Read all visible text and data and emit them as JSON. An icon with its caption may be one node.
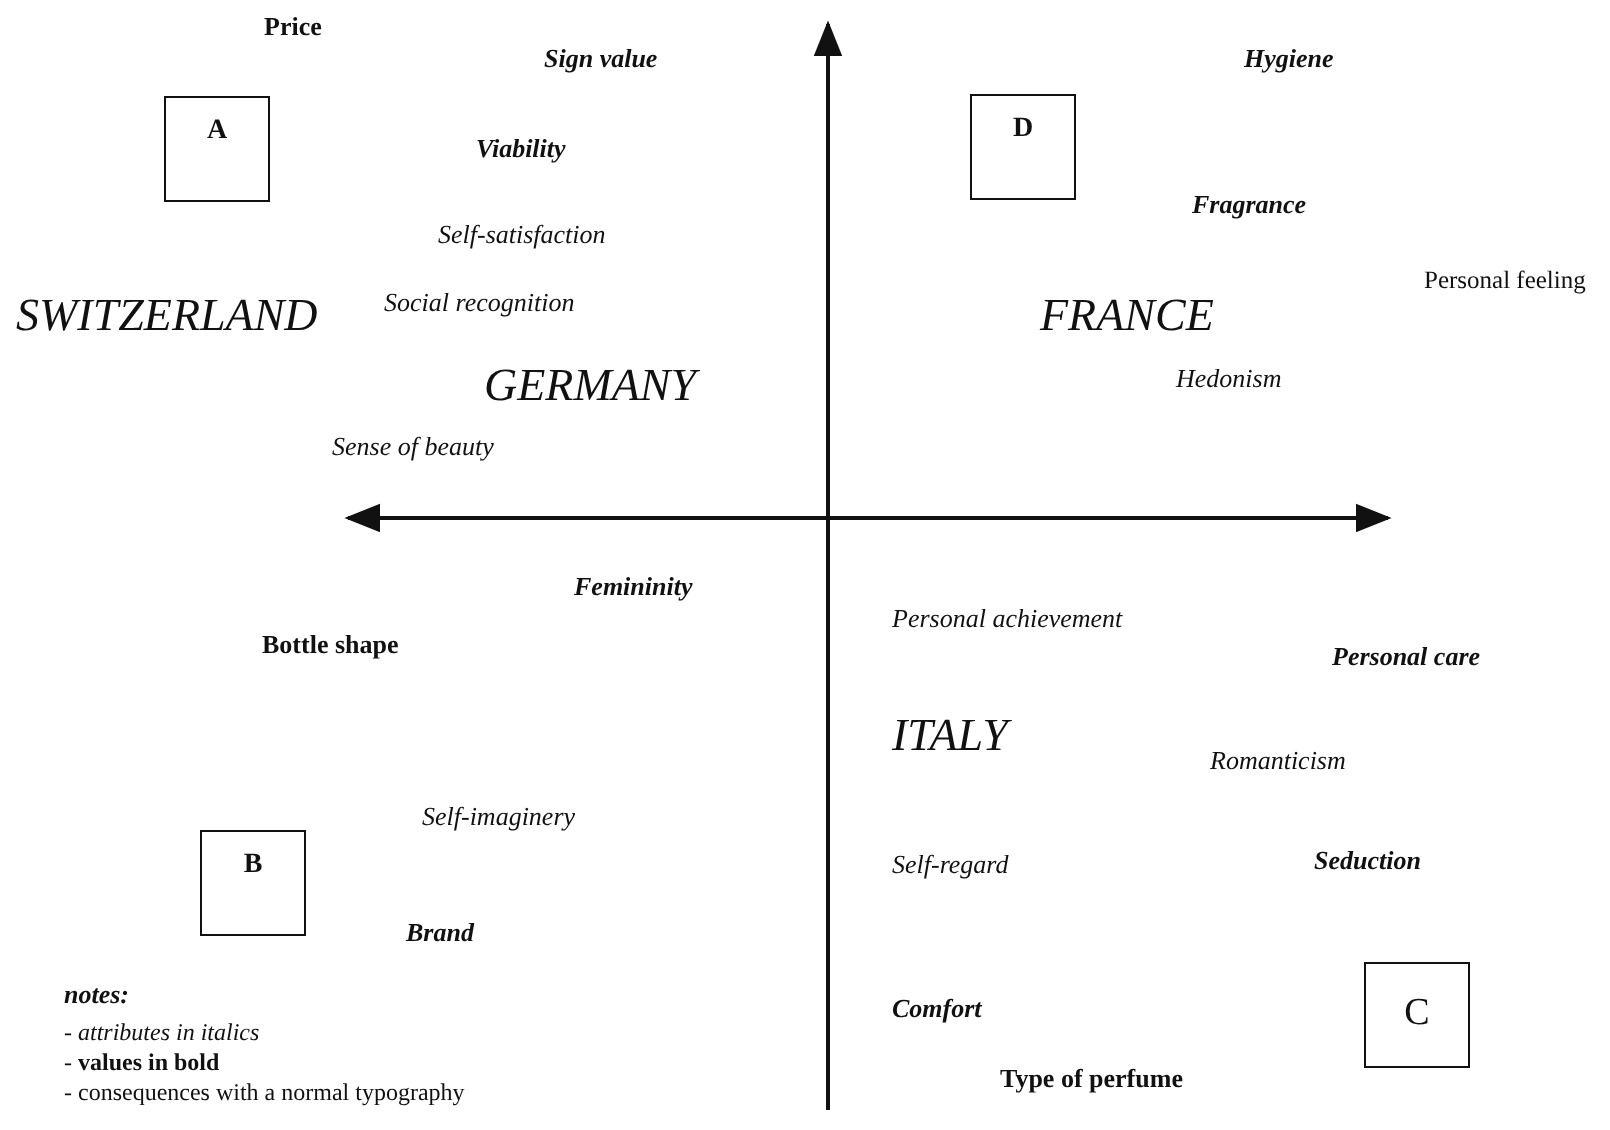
{
  "diagram": {
    "nodes": [
      {
        "text": [
          "A"
        ]
      },
      {
        "text": [
          "D"
        ]
      },
      {
        "text": [
          "B"
        ]
      },
      {
        "text": [
          "C"
        ]
      }
    ],
    "labels": [
      "Price",
      "Sign value",
      "Hygiene",
      "Viability",
      "Fragrance",
      "Self-satisfaction",
      "Personal feeling",
      "SWITZERLAND",
      "Social recognition",
      "FRANCE",
      "Hedonism",
      "GERMANY",
      "Sense of beauty",
      "Femininity",
      "Personal achievement",
      "Bottle shape",
      "Personal care",
      "ITALY",
      "Romanticism",
      "Self-imaginery",
      "Self-regard",
      "Seduction",
      "Brand",
      "notes:",
      "- *attributes in italics*",
      "- **values in bold**",
      "- consequences with a normal typography",
      "Comfort",
      "Type of perfume"
    ]
  }
}
